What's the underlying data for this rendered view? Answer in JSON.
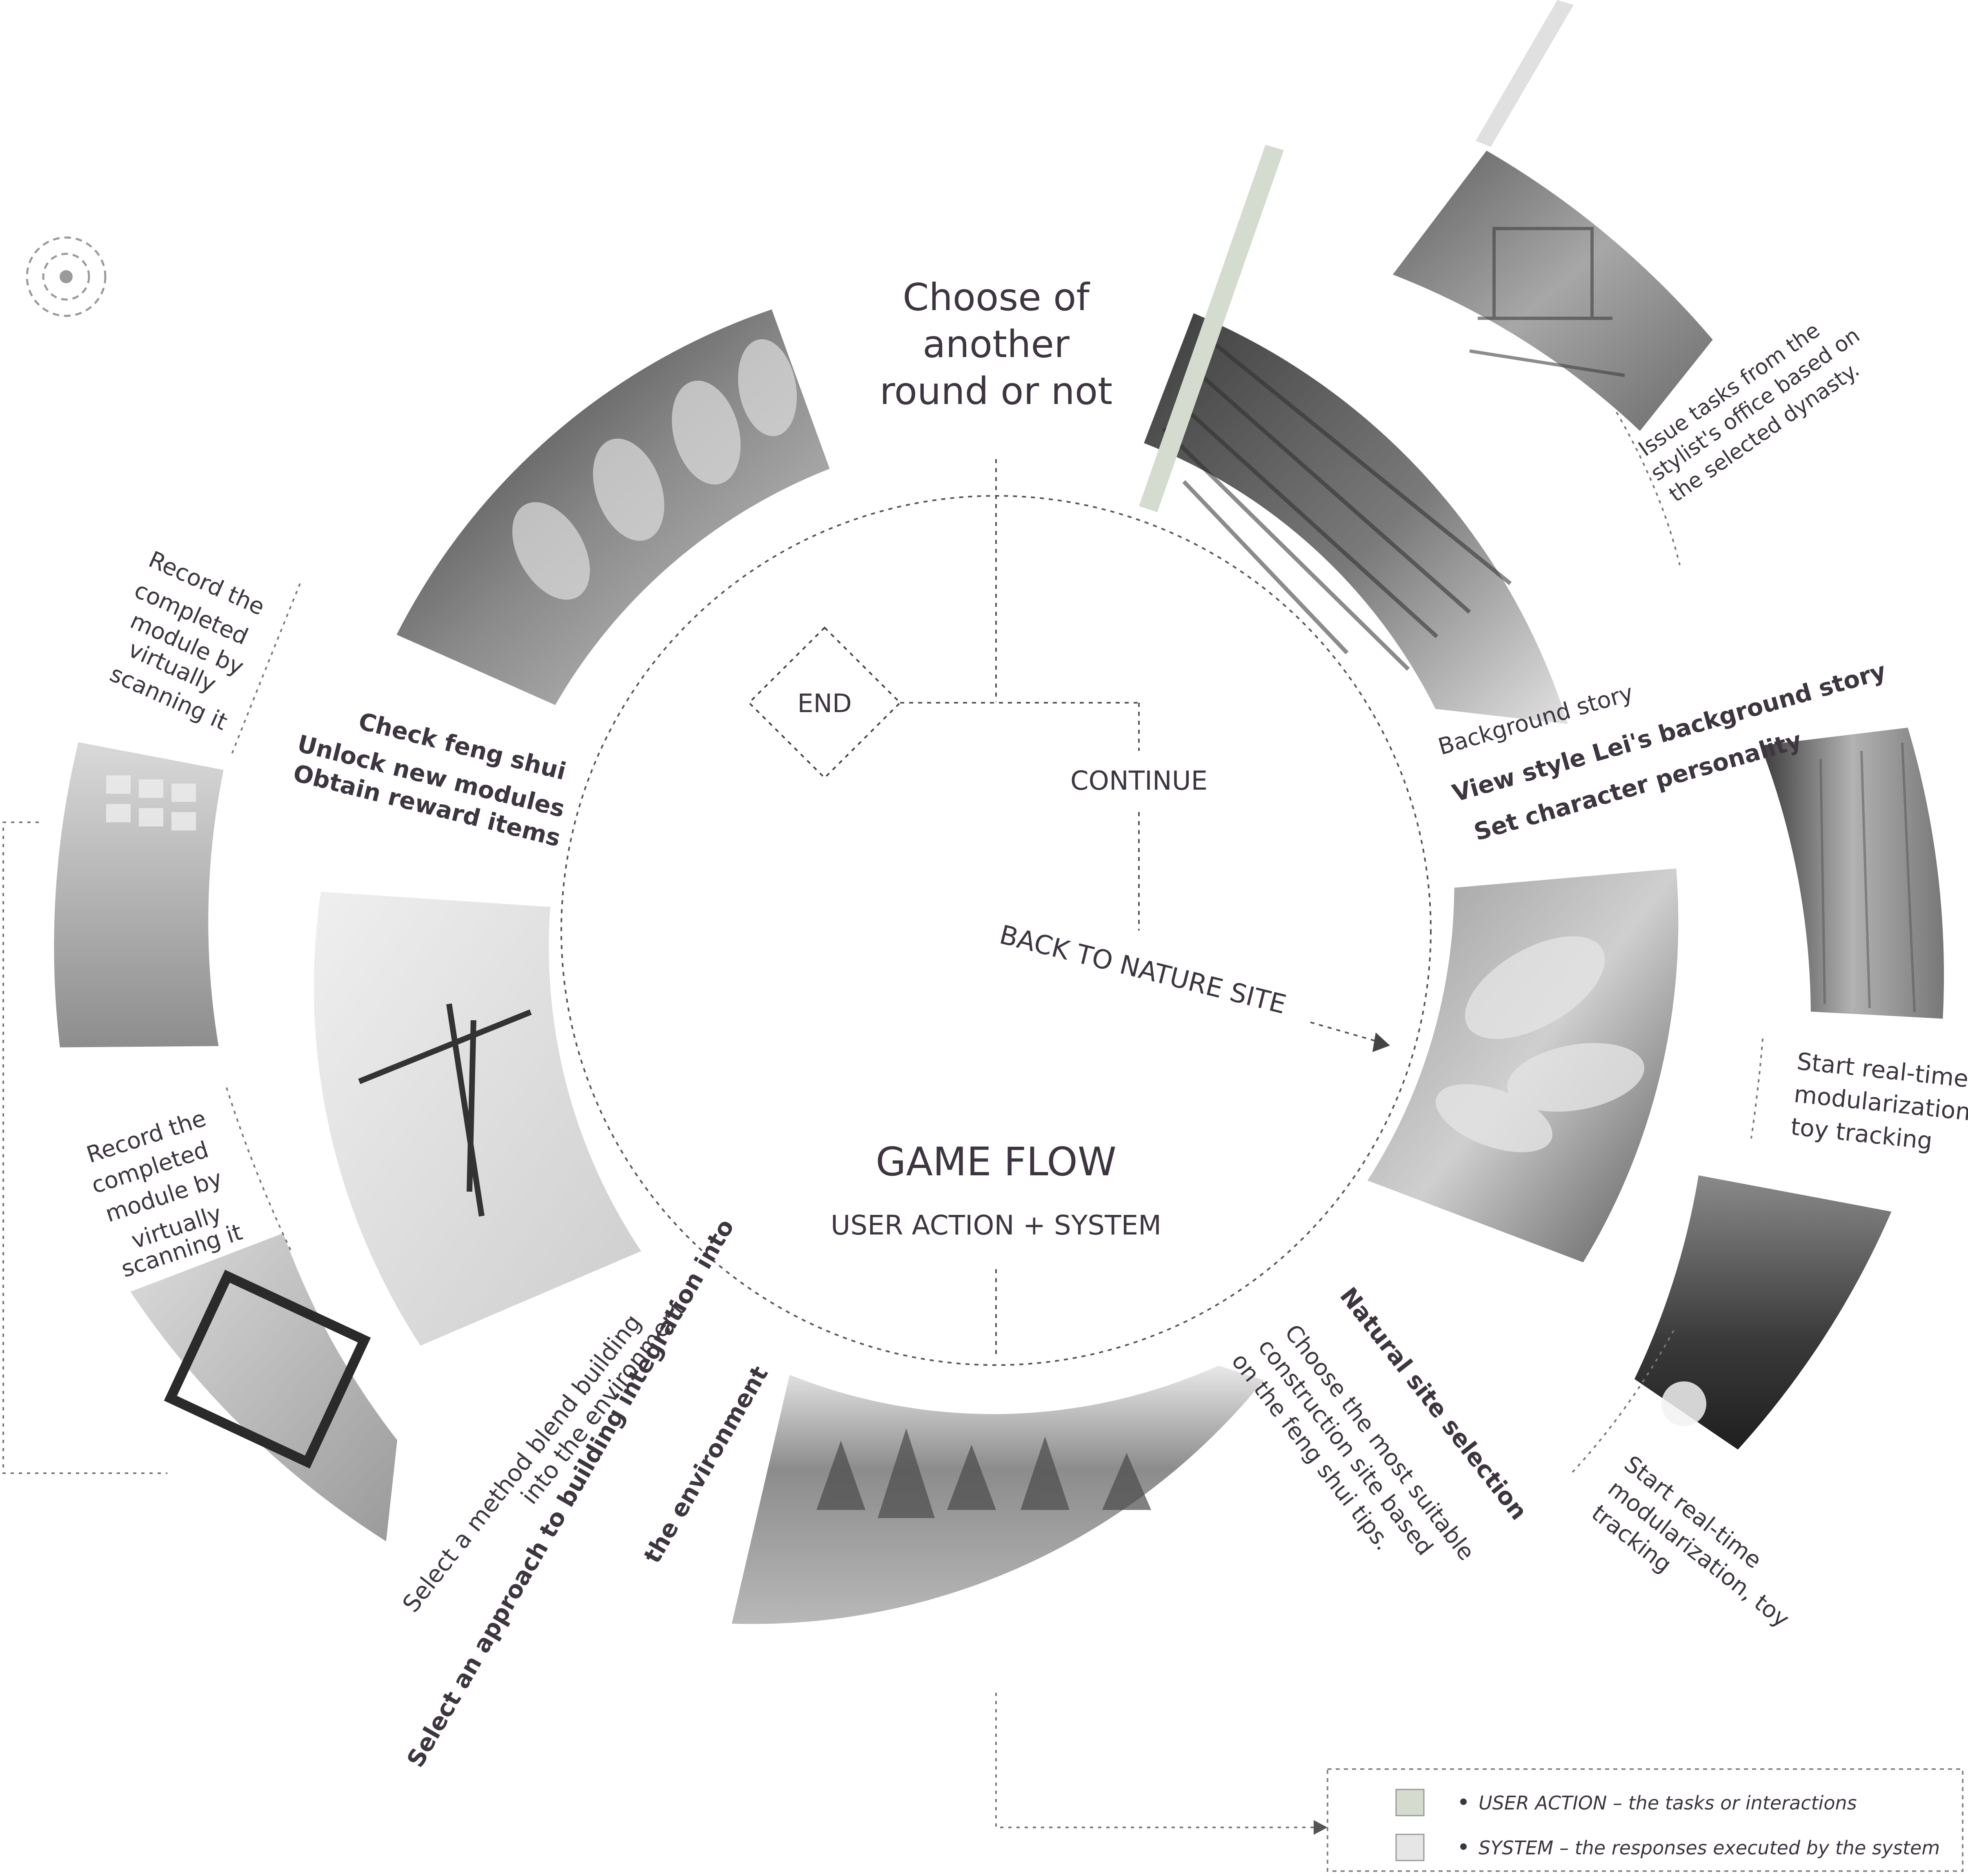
{
  "center": {
    "title": "GAME FLOW",
    "subtitle": "USER ACTION + SYSTEM"
  },
  "flow": {
    "choose": [
      "Choose of",
      "another",
      "round or not"
    ],
    "end": "END",
    "continue": "CONTINUE",
    "back": "BACK TO NATURE SITE"
  },
  "steps": {
    "background": {
      "small": "Background story",
      "bold": [
        "View style Lei's background story",
        "Set character personality"
      ]
    },
    "issue": [
      "Issue tasks from the",
      "stylist's office based on",
      "the selected dynasty."
    ],
    "track_right": [
      "Start real-time",
      "modularization,",
      "toy tracking"
    ],
    "track_bottom": [
      "Start real-time",
      "modularization, toy",
      "tracking"
    ],
    "site": {
      "bold": "Natural site selection",
      "plain": [
        "Choose the most suitable",
        "construction site based",
        "on the feng shui tips."
      ]
    },
    "method": {
      "plain": [
        "Select a method blend building",
        "into the environment"
      ],
      "bold": [
        "Select an approach to building integration into",
        "the environment"
      ]
    },
    "record_upper": [
      "Record the",
      "completed",
      "module by",
      "virtually",
      "scanning it"
    ],
    "record_lower": [
      "Record the",
      "completed",
      "module by",
      "virtually",
      "scanning it"
    ],
    "reward": [
      "Check  feng shui",
      "Unlock new modules",
      "Obtain reward items"
    ]
  },
  "legend": {
    "user_action": {
      "label": "USER ACTION",
      "desc": "the tasks or interactions",
      "color": "#d3dccf"
    },
    "system": {
      "label": "SYSTEM",
      "desc": "the responses executed by the system",
      "color": "#e6e6e6"
    }
  },
  "icons": [
    "target-icon",
    "arrow-head-icon"
  ]
}
